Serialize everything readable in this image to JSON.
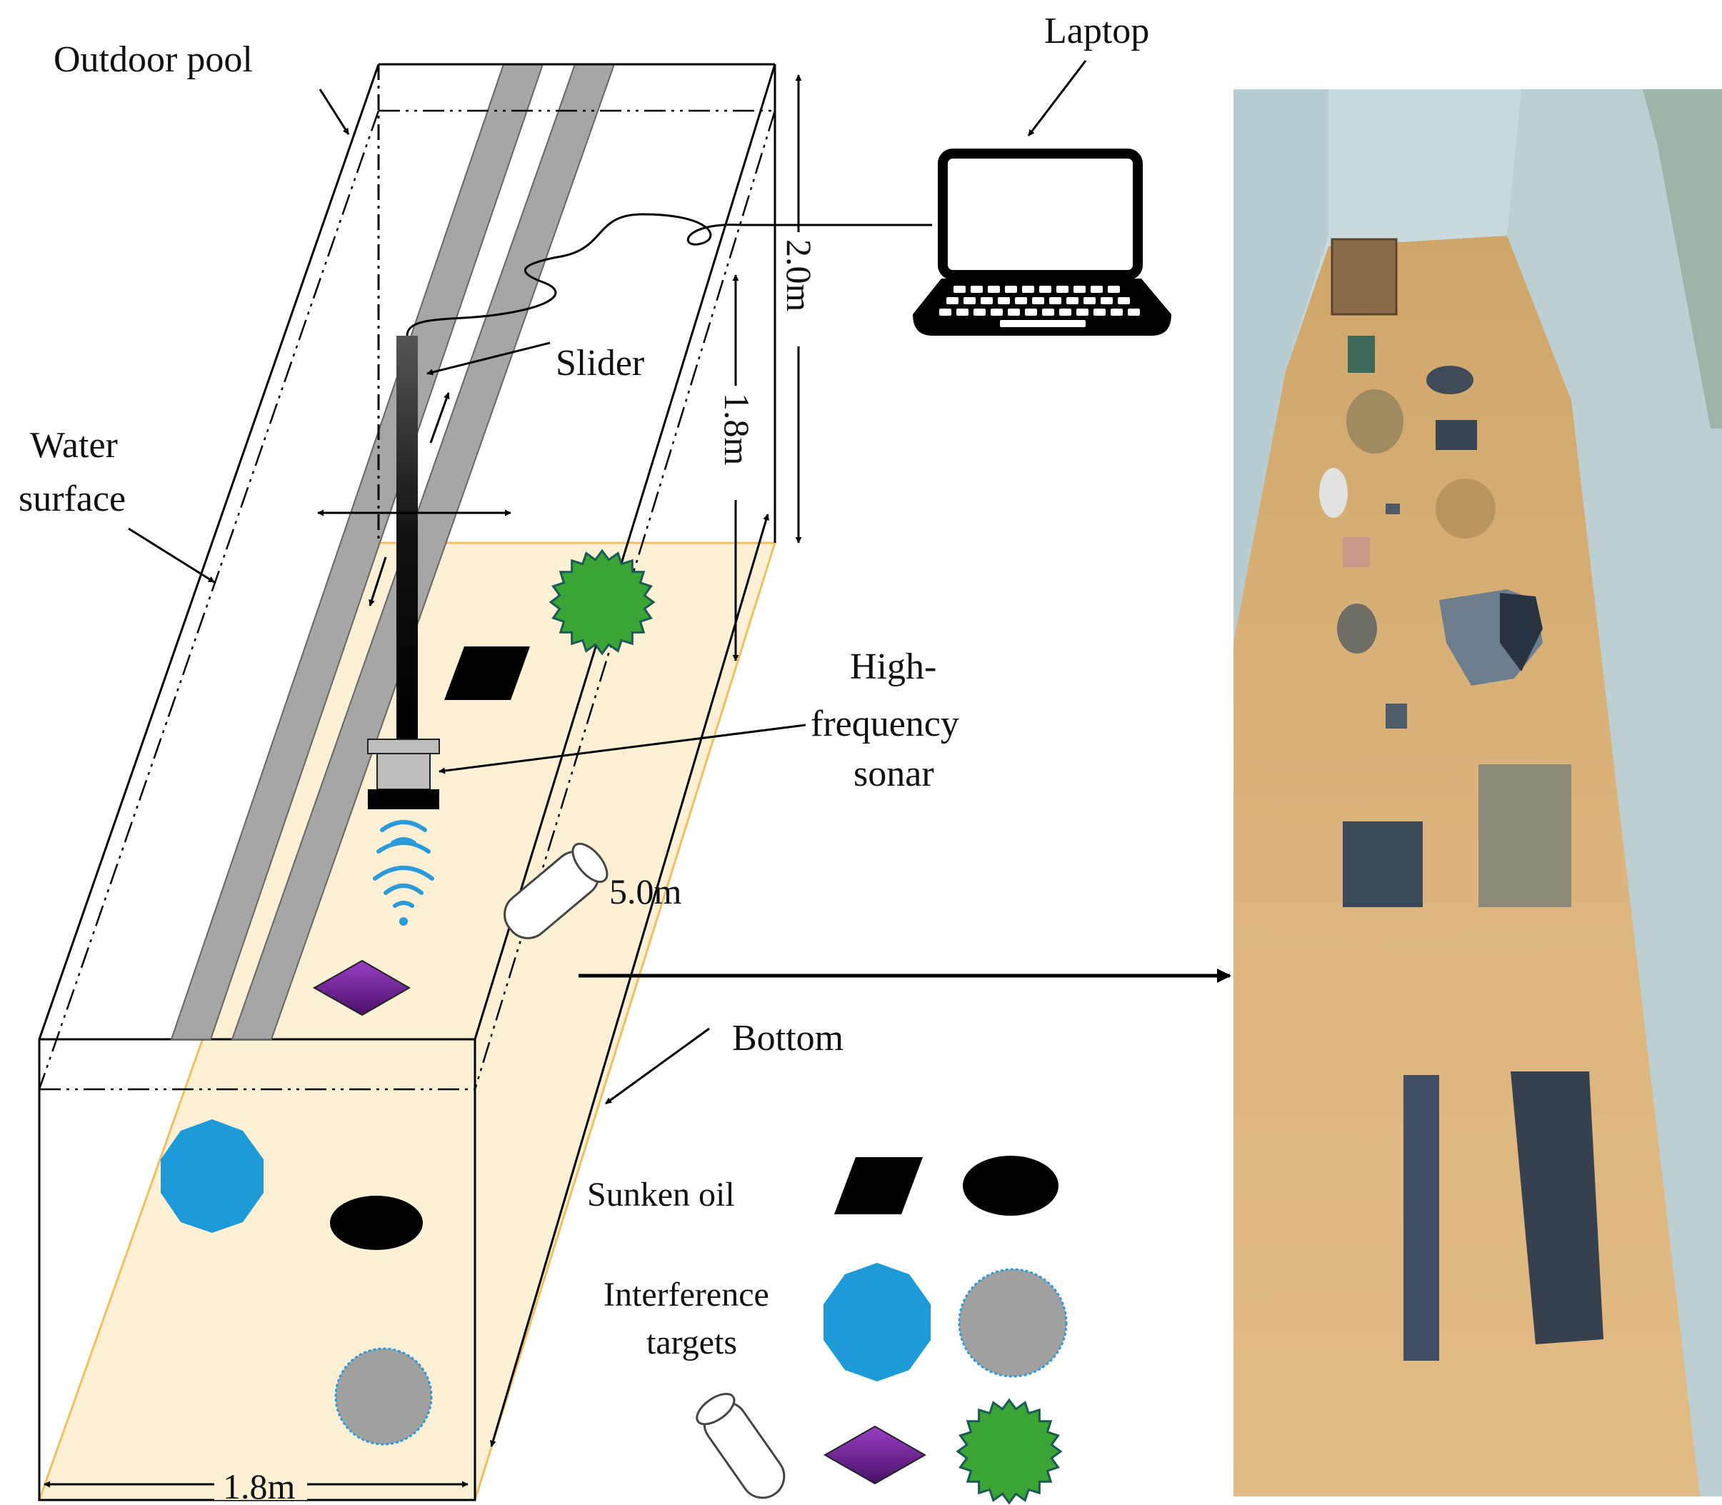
{
  "labels": {
    "outdoor_pool": "Outdoor pool",
    "laptop": "Laptop",
    "slider": "Slider",
    "water_surface_line1": "Water",
    "water_surface_line2": "surface",
    "sonar_line1": "High-",
    "sonar_line2": "frequency",
    "sonar_line3": "sonar",
    "bottom": "Bottom",
    "dim_height_total": "2.0m",
    "dim_height_water": "1.8m",
    "dim_length": "5.0m",
    "dim_width": "1.8m"
  },
  "legend": {
    "sunken_oil": "Sunken oil",
    "interference_line1": "Interference",
    "interference_line2": "targets"
  },
  "colors": {
    "pool_bottom_fill": "#fdf0d5",
    "pool_bottom_edge": "#f0c060",
    "rail": "#a6a6a6",
    "sunken_oil": "#000000",
    "blue_octagon": "#1d9ad8",
    "gray_disk": "#a0a0a0",
    "green_star": "#3aa535",
    "purple_diamond": "#6a1e8c",
    "sonar_wave": "#2a9ad8",
    "sand": "#d8b27a",
    "pool_wall": "#c8dadd"
  }
}
